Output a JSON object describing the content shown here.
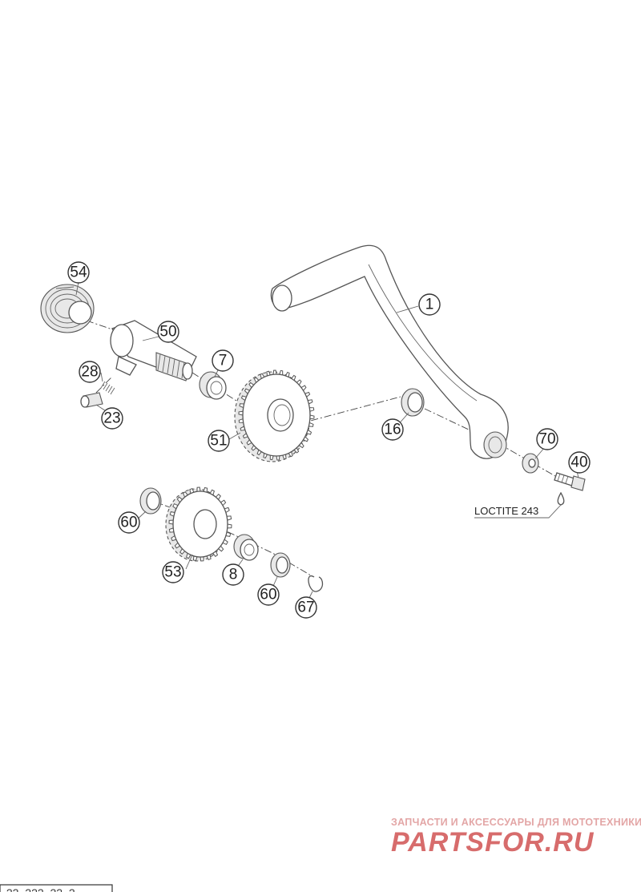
{
  "diagram": {
    "callouts": [
      {
        "label": "54"
      },
      {
        "label": "50"
      },
      {
        "label": "28"
      },
      {
        "label": "23"
      },
      {
        "label": "7"
      },
      {
        "label": "51"
      },
      {
        "label": "1"
      },
      {
        "label": "16"
      },
      {
        "label": "70"
      },
      {
        "label": "40"
      },
      {
        "label": "60"
      },
      {
        "label": "53"
      },
      {
        "label": "8"
      },
      {
        "label": "60"
      },
      {
        "label": "67"
      }
    ],
    "note": "LOCTITE 243",
    "diagram_code": "??·???·??·?"
  },
  "watermark": {
    "tagline": "ЗАПЧАСТИ И АКСЕССУАРЫ ДЛЯ МОТОТЕХНИКИ",
    "logo": "PARTSFOR.RU",
    "color": "#d76c6c"
  }
}
